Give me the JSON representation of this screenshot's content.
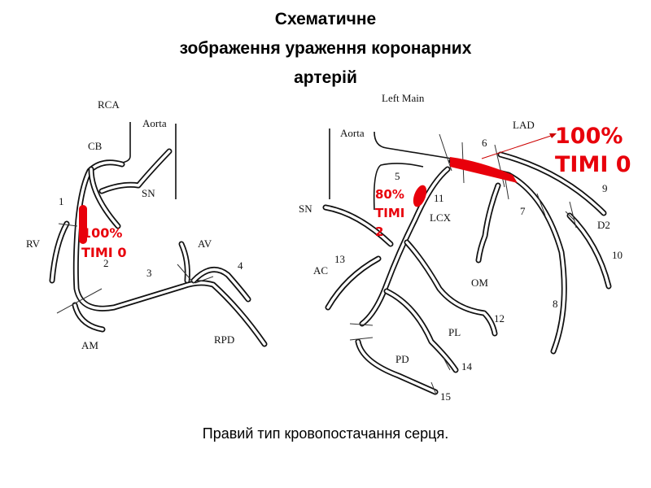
{
  "title": {
    "line1": "Схематичне",
    "line2": "зображення ураження коронарних",
    "line3": "артерій"
  },
  "left_diagram": {
    "labels": {
      "rca": "RCA",
      "aorta": "Aorta",
      "cb": "CB",
      "sn": "SN",
      "seg1": "1",
      "rv": "RV",
      "seg2": "2",
      "seg3": "3",
      "av": "AV",
      "seg4": "4",
      "am": "AM",
      "rpd": "RPD"
    },
    "lesion": {
      "percent": "100%",
      "timi": "TIMI 0"
    }
  },
  "right_diagram": {
    "labels": {
      "left_main": "Left Main",
      "aorta": "Aorta",
      "lad": "LAD",
      "seg6": "6",
      "seg5": "5",
      "seg11": "11",
      "lcx": "LCX",
      "seg9": "9",
      "seg7": "7",
      "d2": "D2",
      "seg10": "10",
      "sn": "SN",
      "seg13": "13",
      "ac": "AC",
      "om": "OM",
      "seg12": "12",
      "seg8": "8",
      "pl": "PL",
      "pd": "PD",
      "seg14": "14",
      "seg15": "15"
    },
    "lesion_lad": {
      "percent": "100%",
      "timi": "TIMI 0"
    },
    "lesion_lcx": {
      "percent": "80%",
      "timi": "TIMI",
      "grade": "2"
    }
  },
  "caption": "Правий тип кровопостачання серця.",
  "colors": {
    "lesion": "#e8000b"
  }
}
